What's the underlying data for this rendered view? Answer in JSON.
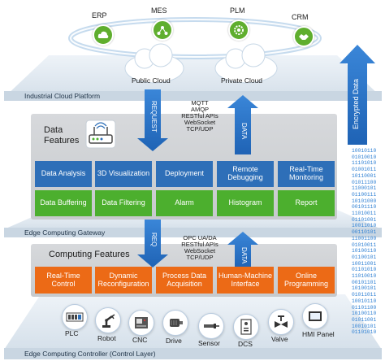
{
  "cloud_systems": [
    {
      "label": "ERP",
      "icon": "erp-cloud-icon"
    },
    {
      "label": "MES",
      "icon": "mes-network-icon"
    },
    {
      "label": "PLM",
      "icon": "plm-gear-icon"
    },
    {
      "label": "CRM",
      "icon": "crm-handshake-icon"
    }
  ],
  "clouds": {
    "public": "Public Cloud",
    "private": "Private Cloud"
  },
  "layers": {
    "cloud": "Industrial Cloud Platform",
    "gateway": "Edge Computing Gateway",
    "controller": "Edge Computing Controller (Control Layer)"
  },
  "arrows": {
    "request": "REQUEST",
    "data_top": "DATA",
    "req": "REQ",
    "data_bottom": "DATA",
    "encrypted": "Encrypted Data"
  },
  "protocols_top": [
    "MQTT",
    "AMQP",
    "RESTful APIs",
    "WebSocket",
    "TCP/UDP"
  ],
  "protocols_bottom": [
    "OPC UA/DA",
    "RESTful APIs",
    "WebSocket",
    "TCP/UDP"
  ],
  "data_features": {
    "title_line1": "Data",
    "title_line2": "Features",
    "row1": [
      "Data Analysis",
      "3D Visualization",
      "Deployment",
      "Remote Debugging",
      "Real-Time Monitoring"
    ],
    "row2": [
      "Data Buffering",
      "Data Filtering",
      "Alarm",
      "Histogram",
      "Report"
    ]
  },
  "computing_features": {
    "title": "Computing Features",
    "items": [
      "Real-Time Control",
      "Dynamic Reconfiguration",
      "Process Data Acquisition",
      "Human-Machine Interface",
      "Online Programming"
    ]
  },
  "devices": [
    {
      "label": "PLC",
      "icon": "plc-icon"
    },
    {
      "label": "Robot",
      "icon": "robot-arm-icon"
    },
    {
      "label": "CNC",
      "icon": "cnc-machine-icon"
    },
    {
      "label": "Drive",
      "icon": "motor-drive-icon"
    },
    {
      "label": "Sensor",
      "icon": "sensor-icon"
    },
    {
      "label": "DCS",
      "icon": "dcs-icon"
    },
    {
      "label": "Valve",
      "icon": "valve-icon"
    },
    {
      "label": "HMI Panel",
      "icon": "hmi-panel-icon"
    }
  ],
  "colors": {
    "feature_blue": "#2e6fb8",
    "feature_green": "#4caf2e",
    "feature_orange": "#ec6a16",
    "arrow_blue": "#3b87d8",
    "binary_blue": "#2d7fd3"
  }
}
